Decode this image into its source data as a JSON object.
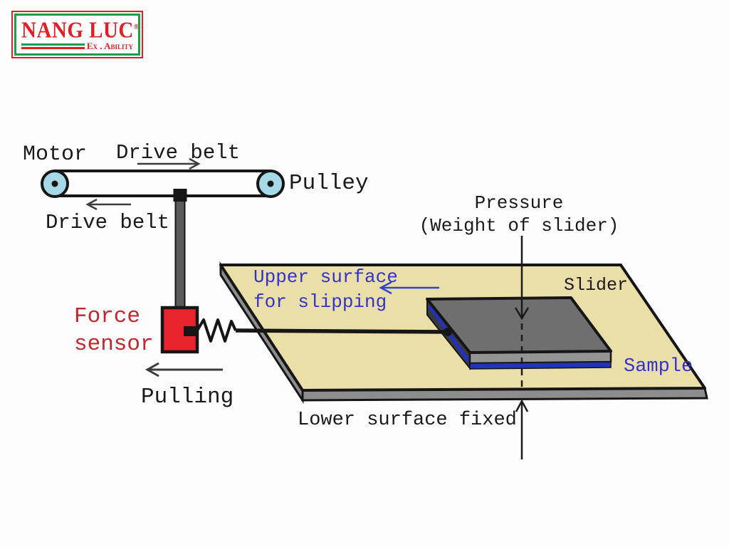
{
  "logo": {
    "brand": "NANG LUC",
    "registered": "®",
    "tagline": "Ex . Ability"
  },
  "diagram": {
    "labels": {
      "motor": "Motor",
      "drive_belt_top": "Drive belt",
      "drive_belt_bottom": "Drive belt",
      "pulley": "Pulley",
      "force_sensor_line1": "Force",
      "force_sensor_line2": "sensor",
      "pulling": "Pulling",
      "pressure_line1": "Pressure",
      "pressure_line2": "(Weight of slider)",
      "slider": "Slider",
      "sample": "Sample",
      "upper_surface_line1": "Upper surface",
      "upper_surface_line2": "for slipping",
      "lower_surface": "Lower surface fixed"
    },
    "colors": {
      "label_black": "#1a1a1a",
      "label_red": "#c1272d",
      "label_blue": "#3333cc",
      "arrow_blue": "#3344cc",
      "sensor_red": "#e8232b",
      "pulley_blue": "#a6d9e8",
      "platform_tan": "#ebdfa9",
      "platform_edge_gray": "#8d8d8d",
      "slider_top_gray": "#6f6f6f",
      "slider_front_gray": "#949494",
      "slider_side_dark": "#3a3a3a",
      "sample_blue": "#2233bb",
      "rod_gray": "#5a5a5a"
    }
  }
}
